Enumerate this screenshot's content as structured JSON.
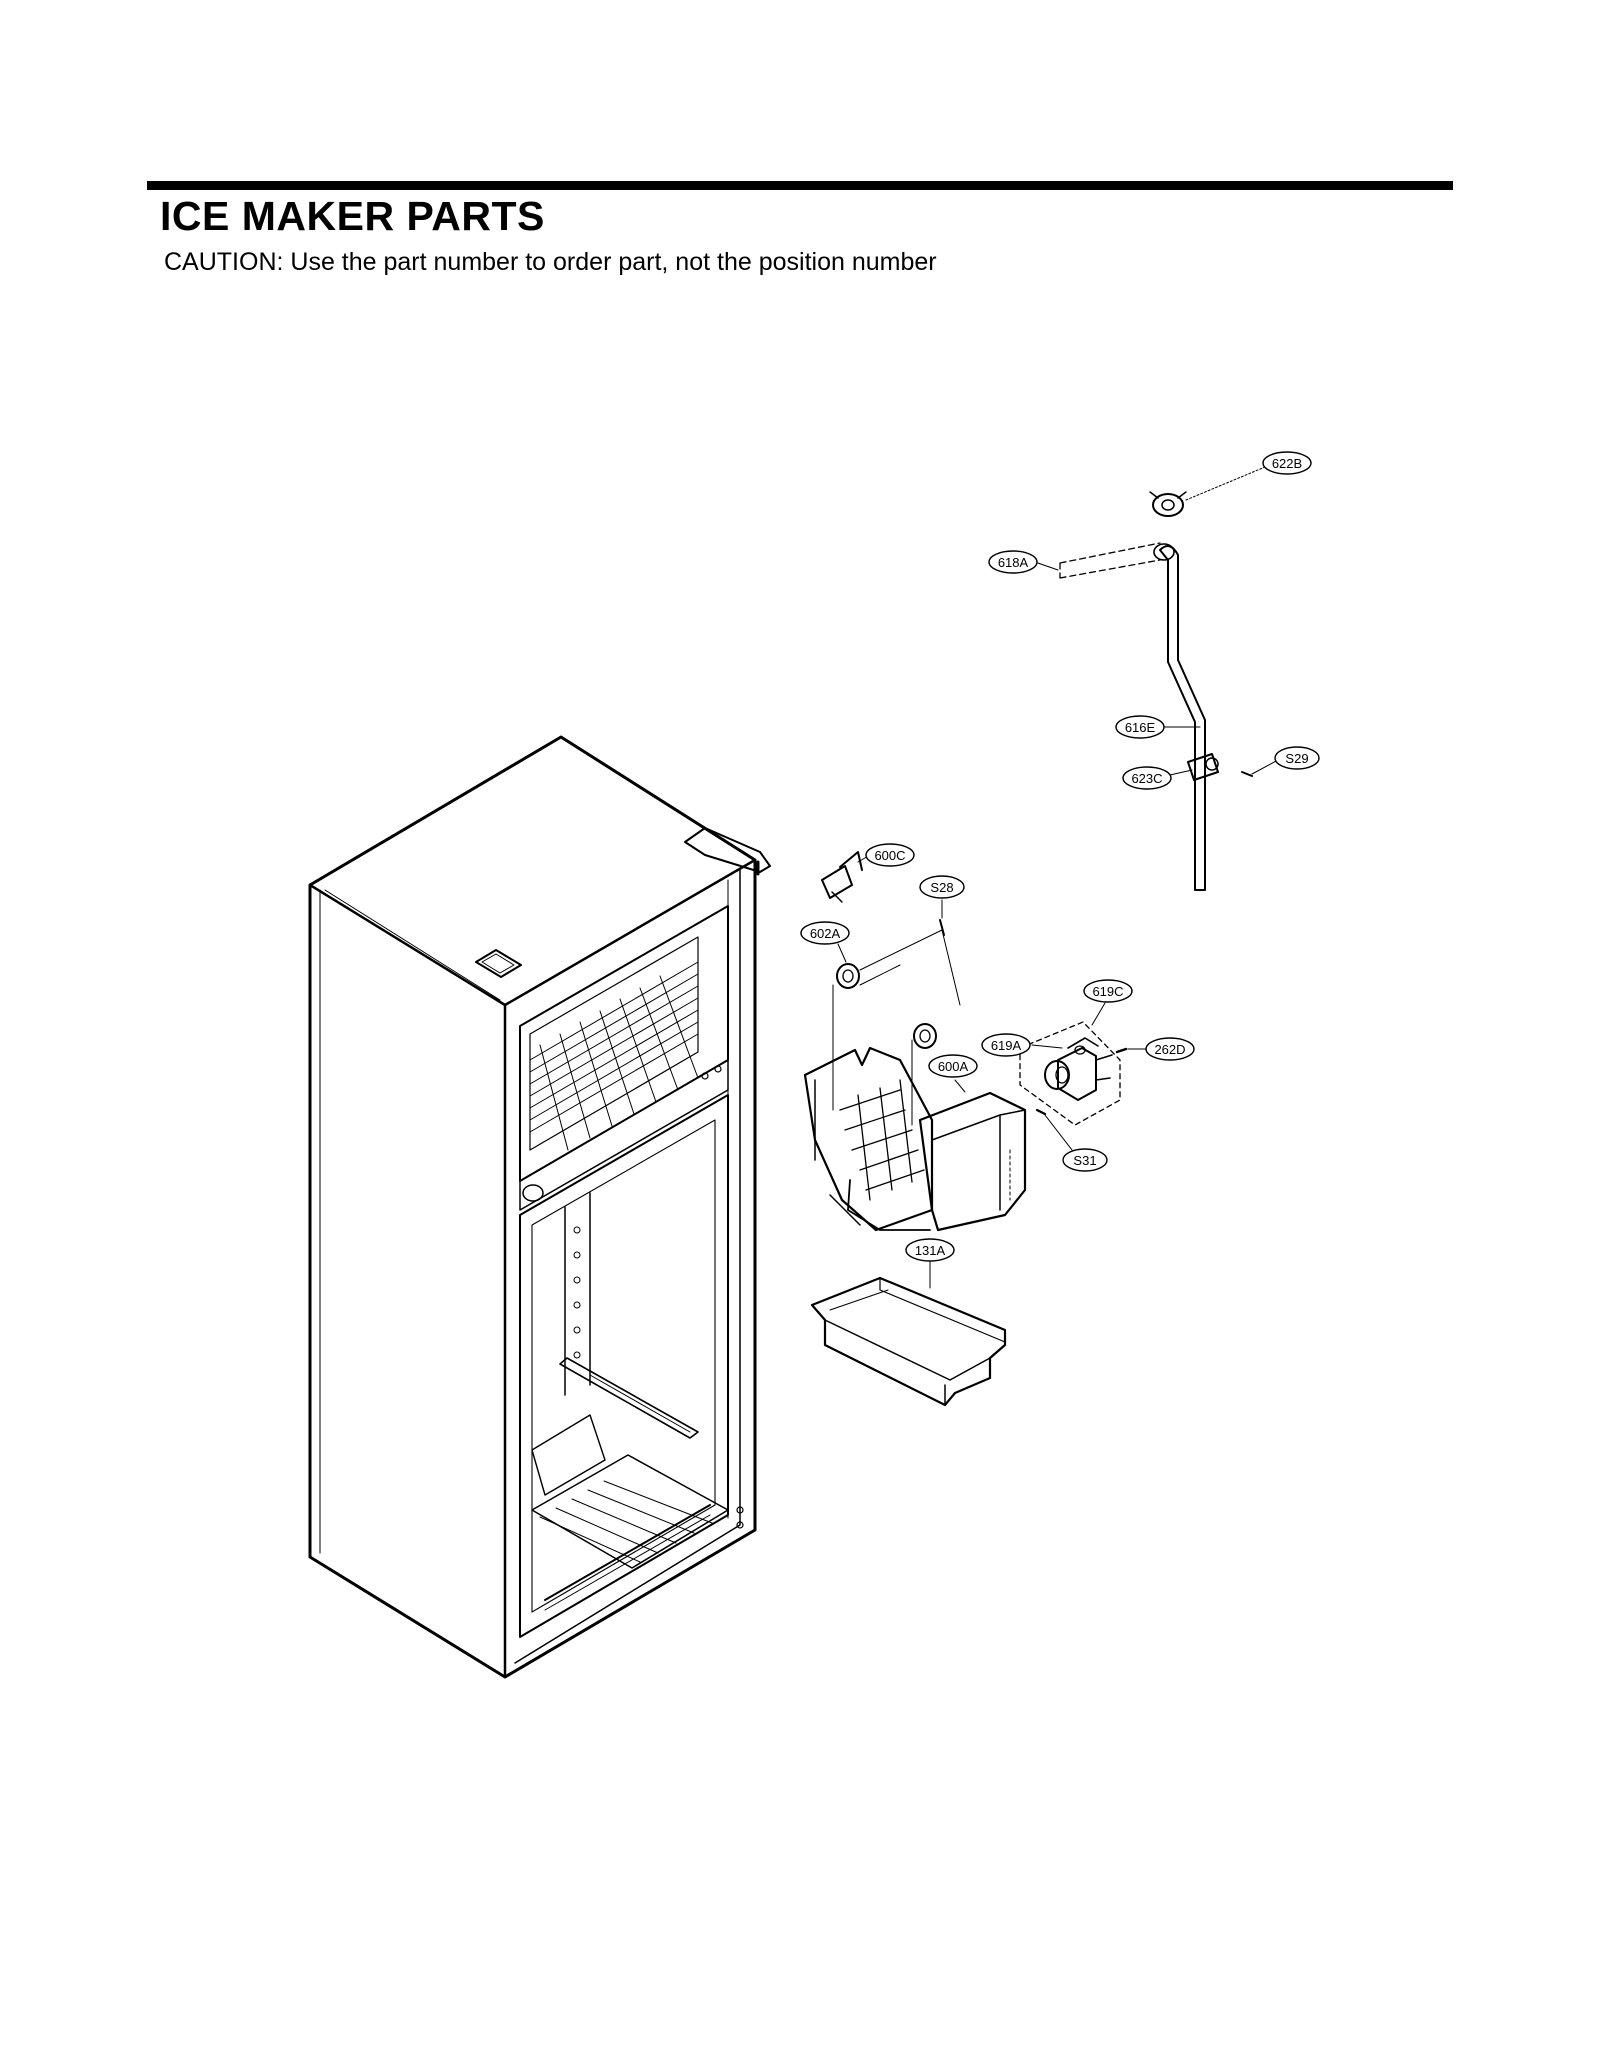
{
  "page": {
    "title": "ICE MAKER PARTS",
    "caution": "CAUTION: Use the part number to order part, not the position number"
  },
  "callouts": [
    {
      "id": "622B",
      "label": "622B"
    },
    {
      "id": "618A",
      "label": "618A"
    },
    {
      "id": "616E",
      "label": "616E"
    },
    {
      "id": "S29",
      "label": "S29"
    },
    {
      "id": "623C",
      "label": "623C"
    },
    {
      "id": "600C",
      "label": "600C"
    },
    {
      "id": "S28",
      "label": "S28"
    },
    {
      "id": "602A",
      "label": "602A"
    },
    {
      "id": "619C",
      "label": "619C"
    },
    {
      "id": "619A",
      "label": "619A"
    },
    {
      "id": "262D",
      "label": "262D"
    },
    {
      "id": "600A",
      "label": "600A"
    },
    {
      "id": "S31",
      "label": "S31"
    },
    {
      "id": "131A",
      "label": "131A"
    }
  ]
}
